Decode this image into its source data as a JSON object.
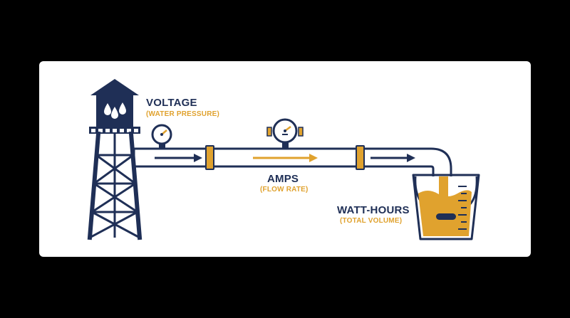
{
  "colors": {
    "navy": "#1f2f56",
    "amber": "#e0a22e",
    "background": "#000000",
    "card": "#ffffff"
  },
  "labels": {
    "voltage": {
      "title": "VOLTAGE",
      "subtitle": "(WATER PRESSURE)"
    },
    "amps": {
      "title": "AMPS",
      "subtitle": "(FLOW RATE)"
    },
    "watt_hours": {
      "title": "WATT-HOURS",
      "subtitle": "(TOTAL VOLUME)"
    }
  },
  "icons": [
    "water-tower-icon",
    "water-drop-icon",
    "pressure-gauge-icon",
    "flow-gauge-icon",
    "bucket-icon",
    "arrow-icon"
  ]
}
